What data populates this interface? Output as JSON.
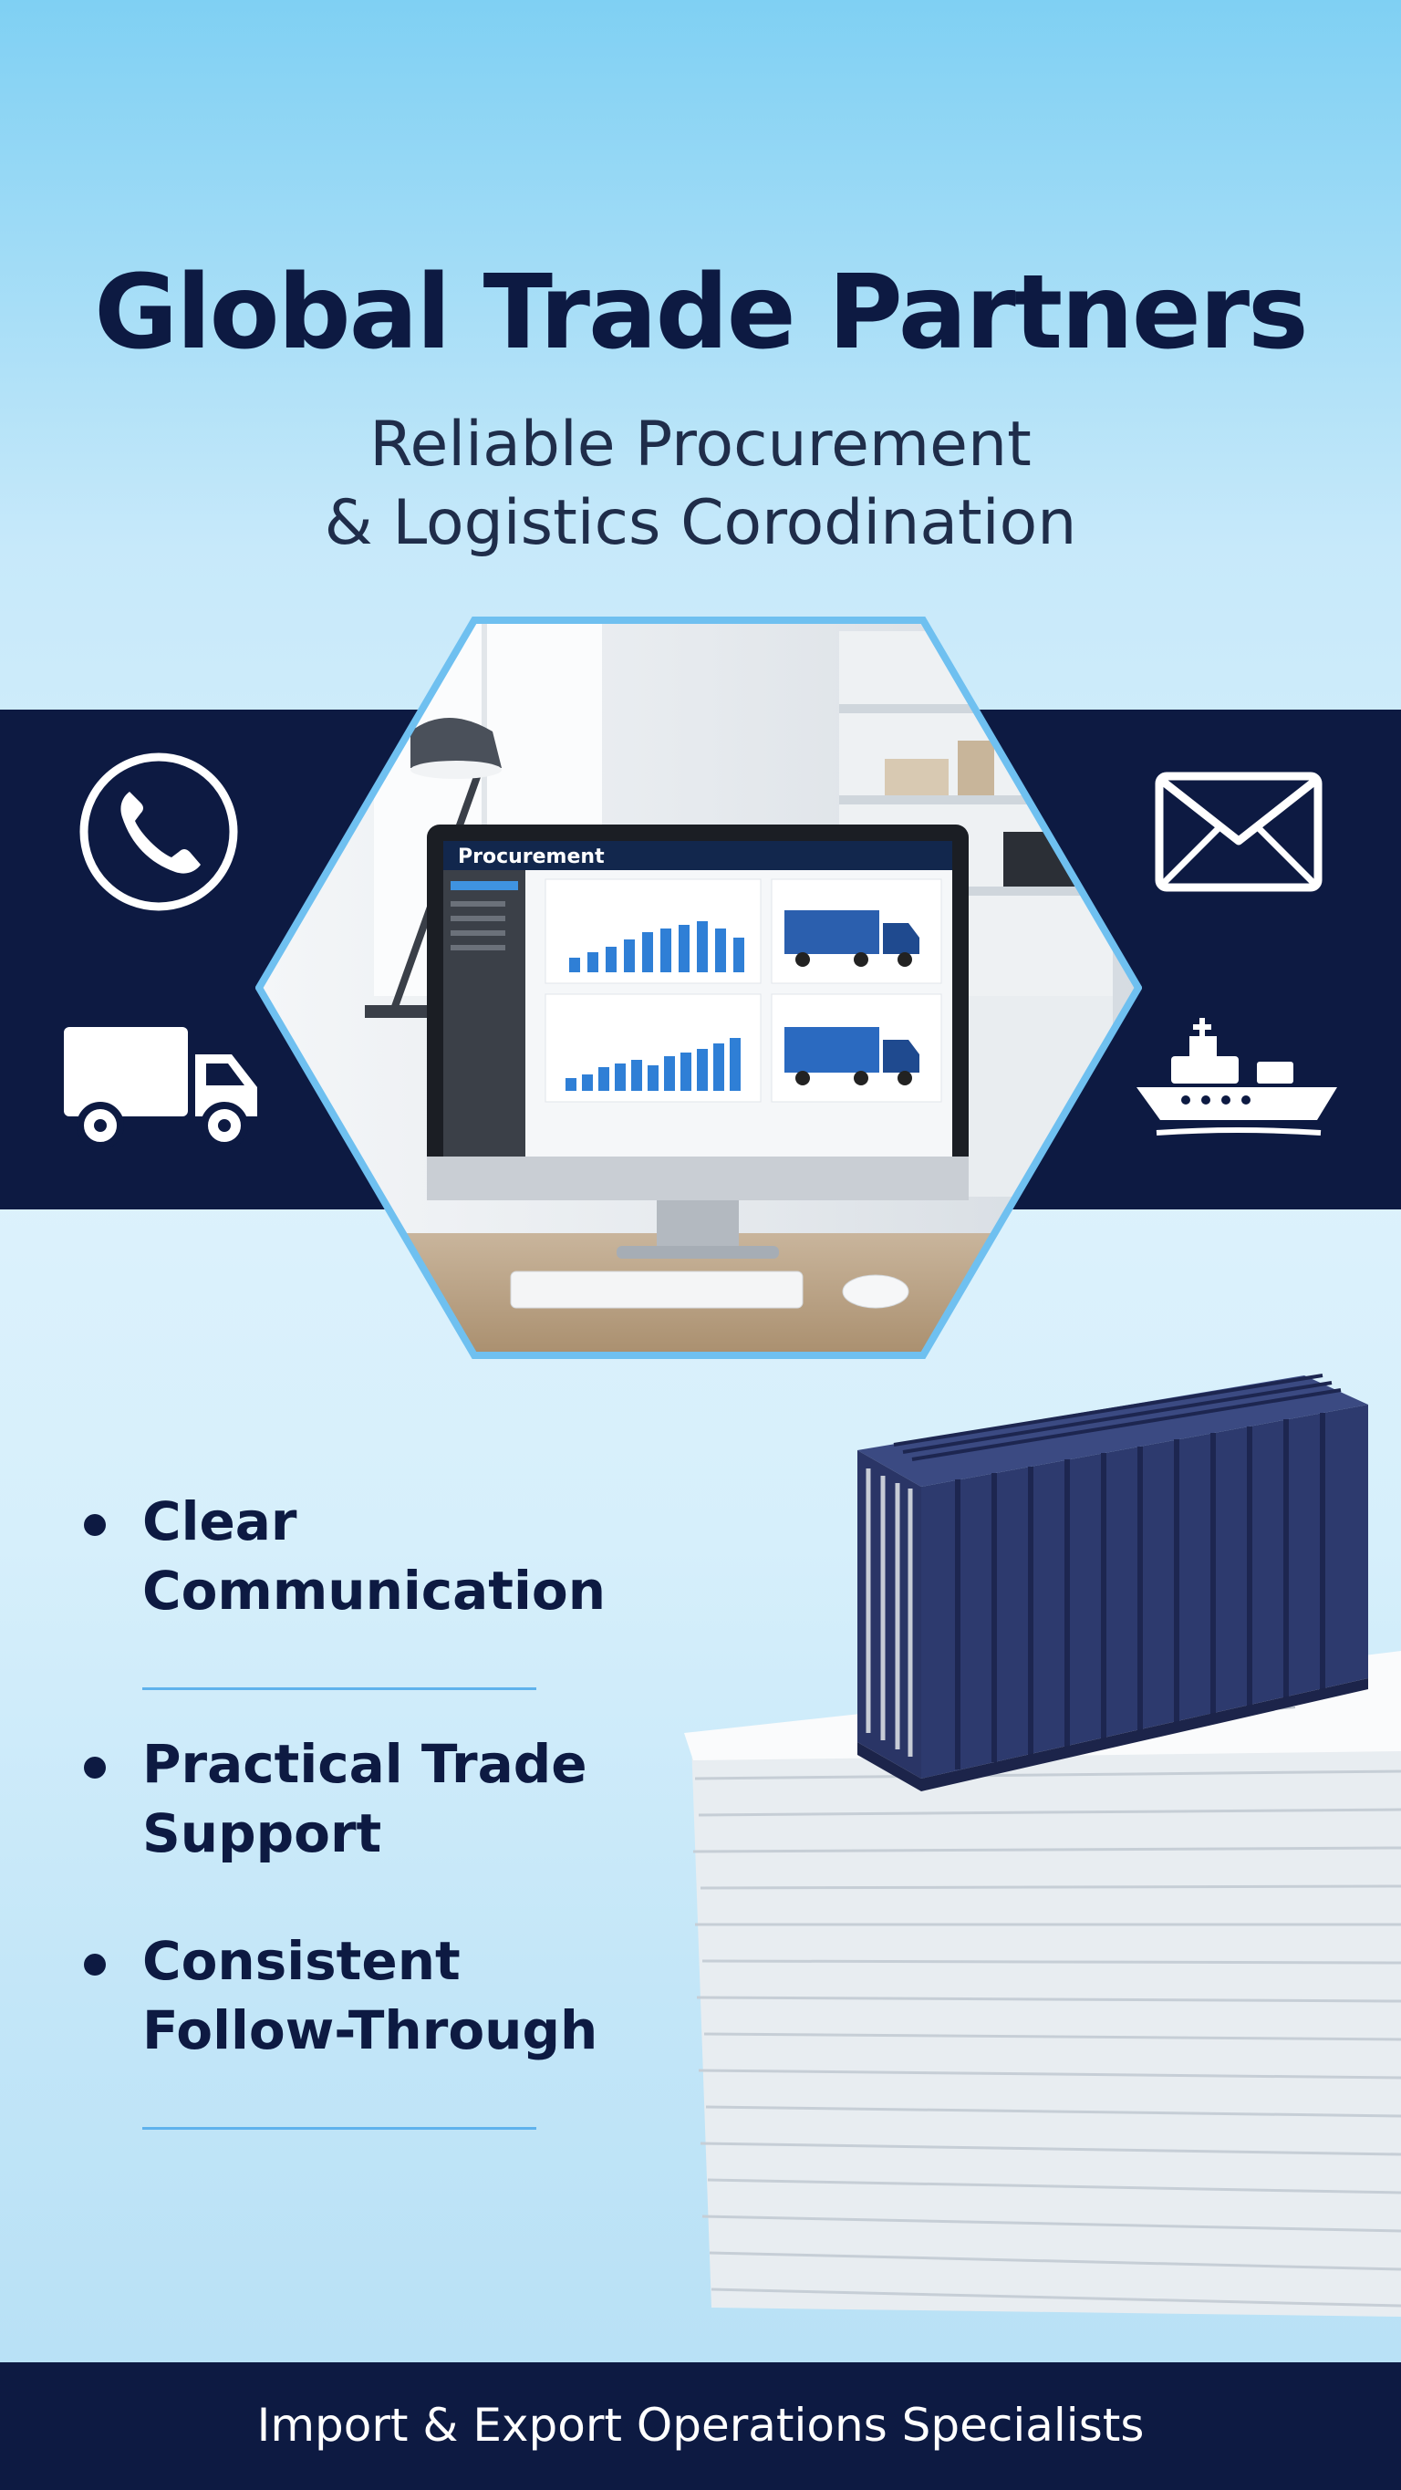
{
  "header": {
    "title": "Global Trade Partners",
    "subtitle_line1": "Reliable Procurement",
    "subtitle_line2": "& Logistics Corodination"
  },
  "icons": {
    "phone": "phone-icon",
    "truck": "truck-icon",
    "mail": "mail-icon",
    "ship": "ship-icon"
  },
  "monitor": {
    "app_title": "Procurement"
  },
  "features": [
    {
      "label": "Clear\nCommunication"
    },
    {
      "label": "Practical Trade\nSupport"
    },
    {
      "label": "Consistent\nFollow-Through"
    }
  ],
  "footer": {
    "tagline": "Import & Export Operations Specialists"
  },
  "colors": {
    "navy": "#0d1a42",
    "accent_blue": "#5fb2ec",
    "sky": "#7fd0f3",
    "container": "#2d3a6e"
  }
}
